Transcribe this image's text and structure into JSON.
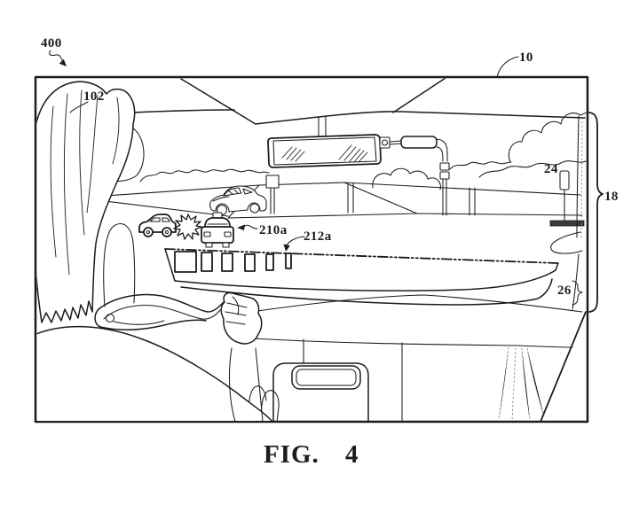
{
  "figure": {
    "caption": {
      "prefix": "FIG.",
      "number": "4"
    },
    "labels": {
      "overall_view": "400",
      "display_system": "10",
      "driver": "102",
      "traffic_signal": "24",
      "windshield_display_region": "18",
      "dashboard_display_region": "26",
      "alert_graphic": "210a",
      "status_bar": "212a"
    },
    "hud": {
      "icons": [
        "vehicle-icon",
        "collision-burst-icon",
        "taxi-icon"
      ],
      "bar_segment_count": 6
    },
    "colors": {
      "line": "#1c1c1c",
      "background": "#ffffff",
      "signal_base_fill": "#3a3a3a"
    }
  }
}
